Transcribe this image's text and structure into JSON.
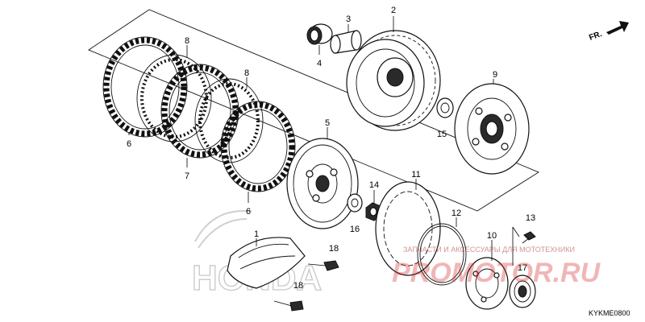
{
  "diagram": {
    "code": "KYKME0800",
    "direction_marker": "FR.",
    "parts": [
      {
        "ref": "1"
      },
      {
        "ref": "2"
      },
      {
        "ref": "3"
      },
      {
        "ref": "4"
      },
      {
        "ref": "5"
      },
      {
        "ref": "6",
        "count": 2
      },
      {
        "ref": "7"
      },
      {
        "ref": "8",
        "count": 2
      },
      {
        "ref": "9"
      },
      {
        "ref": "10"
      },
      {
        "ref": "11"
      },
      {
        "ref": "12"
      },
      {
        "ref": "13"
      },
      {
        "ref": "14"
      },
      {
        "ref": "15"
      },
      {
        "ref": "16"
      },
      {
        "ref": "17"
      },
      {
        "ref": "18",
        "count": 2
      }
    ]
  },
  "watermark": {
    "tagline": "ЗАПЧАСТИ И АКСЕССУАРЫ ДЛЯ МОТОТЕХНИКИ",
    "logo": "PROMOTOR.RU",
    "brand": "HONDA"
  },
  "colors": {
    "lines": "#111111",
    "watermark_red": "#d21f1f",
    "background": "#ffffff"
  }
}
